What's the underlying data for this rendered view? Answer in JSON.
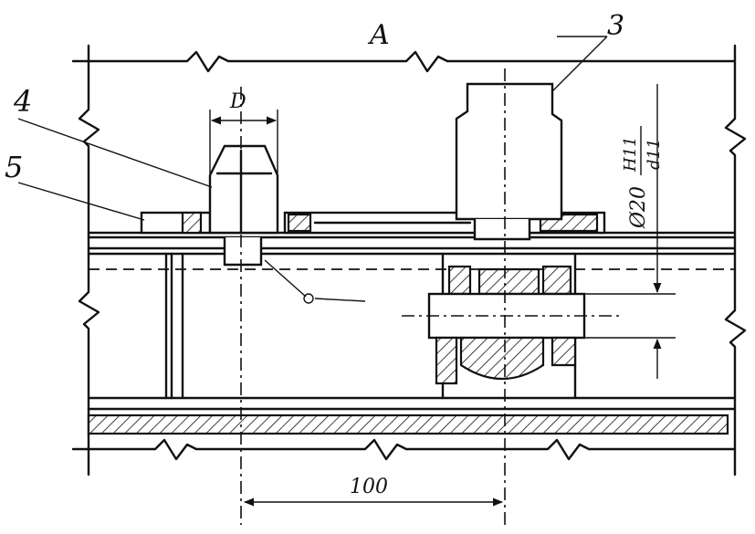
{
  "labels": {
    "view": "A",
    "part3": "3",
    "part4": "4",
    "part5": "5",
    "diameter": "D",
    "fit_diameter": "Ø20",
    "fit_hole": "H11",
    "fit_shaft": "d11",
    "dimension": "100"
  }
}
